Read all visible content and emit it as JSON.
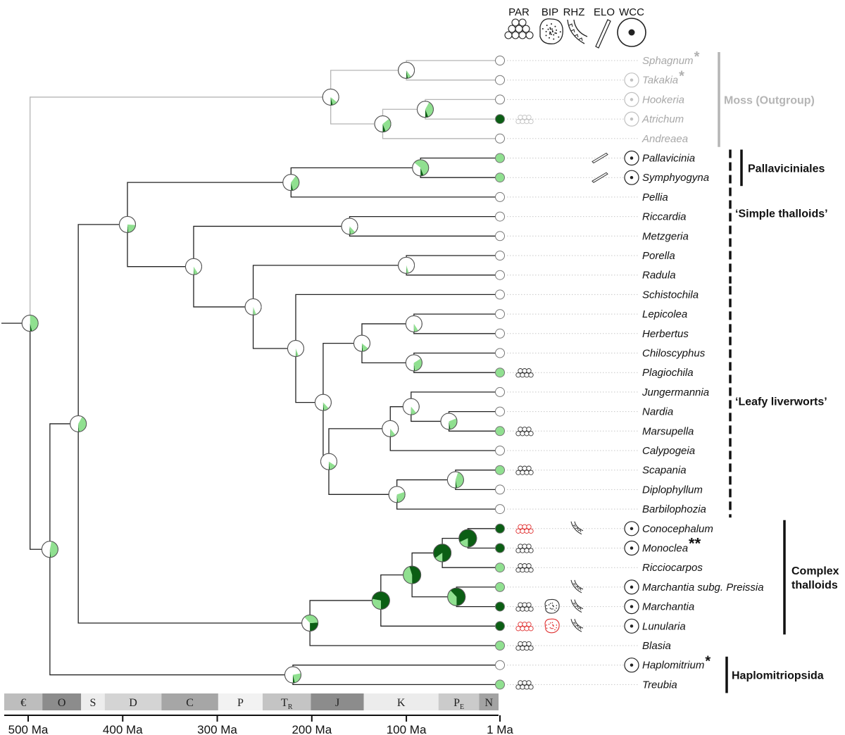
{
  "header_labels": [
    "PAR",
    "BIP",
    "RHZ",
    "ELO",
    "WCC"
  ],
  "colors": {
    "state_absent": "#ffffff",
    "state_present": "#90e090",
    "state_dark": "#0b5e14",
    "outgroup_grey": "#b5b5b5",
    "red_outline": "#e03030"
  },
  "taxa": [
    {
      "name": "Sphagnum",
      "mark": "*",
      "outgroup": true,
      "tip": "absent",
      "par": "",
      "bip": "",
      "rhz": false,
      "elo": false,
      "wcc": "none"
    },
    {
      "name": "Takakia",
      "mark": "*",
      "outgroup": true,
      "tip": "absent",
      "par": "",
      "bip": "",
      "rhz": false,
      "elo": false,
      "wcc": "grey"
    },
    {
      "name": "Hookeria",
      "mark": "",
      "outgroup": true,
      "tip": "absent",
      "par": "",
      "bip": "",
      "rhz": false,
      "elo": false,
      "wcc": "grey"
    },
    {
      "name": "Atrichum",
      "mark": "",
      "outgroup": true,
      "tip": "dark",
      "par": "grey",
      "bip": "",
      "rhz": false,
      "elo": false,
      "wcc": "grey"
    },
    {
      "name": "Andreaea",
      "mark": "",
      "outgroup": true,
      "tip": "absent",
      "par": "",
      "bip": "",
      "rhz": false,
      "elo": false,
      "wcc": "none"
    },
    {
      "name": "Pallavicinia",
      "mark": "",
      "outgroup": false,
      "tip": "present",
      "par": "",
      "bip": "",
      "rhz": false,
      "elo": true,
      "wcc": "black"
    },
    {
      "name": "Symphyogyna",
      "mark": "",
      "outgroup": false,
      "tip": "present",
      "par": "",
      "bip": "",
      "rhz": false,
      "elo": true,
      "wcc": "black"
    },
    {
      "name": "Pellia",
      "mark": "",
      "outgroup": false,
      "tip": "absent",
      "par": "",
      "bip": "",
      "rhz": false,
      "elo": false,
      "wcc": "none"
    },
    {
      "name": "Riccardia",
      "mark": "",
      "outgroup": false,
      "tip": "absent",
      "par": "",
      "bip": "",
      "rhz": false,
      "elo": false,
      "wcc": "none"
    },
    {
      "name": "Metzgeria",
      "mark": "",
      "outgroup": false,
      "tip": "absent",
      "par": "",
      "bip": "",
      "rhz": false,
      "elo": false,
      "wcc": "none"
    },
    {
      "name": "Porella",
      "mark": "",
      "outgroup": false,
      "tip": "absent",
      "par": "",
      "bip": "",
      "rhz": false,
      "elo": false,
      "wcc": "none"
    },
    {
      "name": "Radula",
      "mark": "",
      "outgroup": false,
      "tip": "absent",
      "par": "",
      "bip": "",
      "rhz": false,
      "elo": false,
      "wcc": "none"
    },
    {
      "name": "Schistochila",
      "mark": "",
      "outgroup": false,
      "tip": "absent",
      "par": "",
      "bip": "",
      "rhz": false,
      "elo": false,
      "wcc": "none"
    },
    {
      "name": "Lepicolea",
      "mark": "",
      "outgroup": false,
      "tip": "absent",
      "par": "",
      "bip": "",
      "rhz": false,
      "elo": false,
      "wcc": "none"
    },
    {
      "name": "Herbertus",
      "mark": "",
      "outgroup": false,
      "tip": "absent",
      "par": "",
      "bip": "",
      "rhz": false,
      "elo": false,
      "wcc": "none"
    },
    {
      "name": "Chiloscyphus",
      "mark": "",
      "outgroup": false,
      "tip": "absent",
      "par": "",
      "bip": "",
      "rhz": false,
      "elo": false,
      "wcc": "none"
    },
    {
      "name": "Plagiochila",
      "mark": "",
      "outgroup": false,
      "tip": "present",
      "par": "black",
      "bip": "",
      "rhz": false,
      "elo": false,
      "wcc": "none"
    },
    {
      "name": "Jungermannia",
      "mark": "",
      "outgroup": false,
      "tip": "absent",
      "par": "",
      "bip": "",
      "rhz": false,
      "elo": false,
      "wcc": "none"
    },
    {
      "name": "Nardia",
      "mark": "",
      "outgroup": false,
      "tip": "absent",
      "par": "",
      "bip": "",
      "rhz": false,
      "elo": false,
      "wcc": "none"
    },
    {
      "name": "Marsupella",
      "mark": "",
      "outgroup": false,
      "tip": "present",
      "par": "black",
      "bip": "",
      "rhz": false,
      "elo": false,
      "wcc": "none"
    },
    {
      "name": "Calypogeia",
      "mark": "",
      "outgroup": false,
      "tip": "absent",
      "par": "",
      "bip": "",
      "rhz": false,
      "elo": false,
      "wcc": "none"
    },
    {
      "name": "Scapania",
      "mark": "",
      "outgroup": false,
      "tip": "present",
      "par": "black",
      "bip": "",
      "rhz": false,
      "elo": false,
      "wcc": "none"
    },
    {
      "name": "Diplophyllum",
      "mark": "",
      "outgroup": false,
      "tip": "absent",
      "par": "",
      "bip": "",
      "rhz": false,
      "elo": false,
      "wcc": "none"
    },
    {
      "name": "Barbilophozia",
      "mark": "",
      "outgroup": false,
      "tip": "absent",
      "par": "",
      "bip": "",
      "rhz": false,
      "elo": false,
      "wcc": "none"
    },
    {
      "name": "Conocephalum",
      "mark": "",
      "outgroup": false,
      "tip": "dark",
      "par": "red",
      "bip": "",
      "rhz": true,
      "elo": false,
      "wcc": "black"
    },
    {
      "name": "Monoclea",
      "mark": "**",
      "outgroup": false,
      "tip": "dark",
      "par": "black",
      "bip": "",
      "rhz": false,
      "elo": false,
      "wcc": "black"
    },
    {
      "name": "Ricciocarpos",
      "mark": "",
      "outgroup": false,
      "tip": "present",
      "par": "black",
      "bip": "",
      "rhz": false,
      "elo": false,
      "wcc": "none"
    },
    {
      "name": "Marchantia subg. Preissia",
      "mark": "",
      "outgroup": false,
      "tip": "present",
      "par": "",
      "bip": "",
      "rhz": true,
      "elo": false,
      "wcc": "black"
    },
    {
      "name": "Marchantia",
      "mark": "",
      "outgroup": false,
      "tip": "dark",
      "par": "black",
      "bip": "black",
      "rhz": true,
      "elo": false,
      "wcc": "black"
    },
    {
      "name": "Lunularia",
      "mark": "",
      "outgroup": false,
      "tip": "dark",
      "par": "red",
      "bip": "red",
      "rhz": true,
      "elo": false,
      "wcc": "black"
    },
    {
      "name": "Blasia",
      "mark": "",
      "outgroup": false,
      "tip": "present",
      "par": "black",
      "bip": "",
      "rhz": false,
      "elo": false,
      "wcc": "none"
    },
    {
      "name": "Haplomitrium",
      "mark": "*",
      "outgroup": false,
      "tip": "absent",
      "par": "",
      "bip": "",
      "rhz": false,
      "elo": false,
      "wcc": "black"
    },
    {
      "name": "Treubia",
      "mark": "",
      "outgroup": false,
      "tip": "present",
      "par": "black",
      "bip": "",
      "rhz": false,
      "elo": false,
      "wcc": "none"
    }
  ],
  "nodes": [
    {
      "id": "root",
      "age_ma": 498,
      "children": [
        "n_moss",
        "n_liv"
      ],
      "pie": {
        "dark": 0.04,
        "present": 0.46
      }
    },
    {
      "id": "n_moss",
      "age_ma": 180,
      "children": [
        "n_sphtak",
        "n_hook"
      ],
      "pie": {
        "dark": 0.04,
        "present": 0.1
      }
    },
    {
      "id": "n_sphtak",
      "age_ma": 100,
      "children": [
        "Sphagnum",
        "Takakia"
      ],
      "pie": {
        "dark": 0.03,
        "present": 0.07
      }
    },
    {
      "id": "n_hook",
      "age_ma": 125,
      "children": [
        "n_hookatr",
        "Andreaea"
      ],
      "pie": {
        "dark": 0.06,
        "present": 0.3
      }
    },
    {
      "id": "n_hookatr",
      "age_ma": 80,
      "children": [
        "Hookeria",
        "Atrichum"
      ],
      "pie": {
        "dark": 0.06,
        "present": 0.36
      }
    },
    {
      "id": "n_liv",
      "age_ma": 477,
      "children": [
        "n_haplo",
        "n_main"
      ],
      "pie": {
        "dark": 0.02,
        "present": 0.45
      }
    },
    {
      "id": "n_haplo",
      "age_ma": 220,
      "children": [
        "Haplomitrium",
        "Treubia"
      ],
      "pie": {
        "dark": 0.04,
        "present": 0.24
      }
    },
    {
      "id": "n_main",
      "age_ma": 447,
      "children": [
        "n_jung",
        "n_march"
      ],
      "pie": {
        "dark": 0.02,
        "present": 0.4
      }
    },
    {
      "id": "n_march",
      "age_ma": 202,
      "children": [
        "n_march2",
        "Blasia"
      ],
      "pie": {
        "dark": 0.26,
        "present": 0.36
      }
    },
    {
      "id": "n_march2",
      "age_ma": 127,
      "children": [
        "n_march3",
        "Lunularia"
      ],
      "pie": {
        "dark": 0.72,
        "present": 0.28
      }
    },
    {
      "id": "n_march3",
      "age_ma": 94,
      "children": [
        "n_march4",
        "n_march5"
      ],
      "pie": {
        "dark": 0.55,
        "present": 0.45
      }
    },
    {
      "id": "n_march4",
      "age_ma": 62,
      "children": [
        "n_march6",
        "Ricciocarpos"
      ],
      "pie": {
        "dark": 0.85,
        "present": 0.15
      }
    },
    {
      "id": "n_march6",
      "age_ma": 35,
      "children": [
        "Conocephalum",
        "Monoclea"
      ],
      "pie": {
        "dark": 0.82,
        "present": 0.18
      }
    },
    {
      "id": "n_march5",
      "age_ma": 47,
      "children": [
        "Marchantia subg. Preissia",
        "Marchantia"
      ],
      "pie": {
        "dark": 0.62,
        "present": 0.38
      }
    },
    {
      "id": "n_jung",
      "age_ma": 395,
      "children": [
        "n_pellia",
        "n_porel"
      ],
      "pie": {
        "dark": 0.02,
        "present": 0.22
      }
    },
    {
      "id": "n_pellia",
      "age_ma": 222,
      "children": [
        "n_pall",
        "Pellia"
      ],
      "pie": {
        "dark": 0.04,
        "present": 0.36
      }
    },
    {
      "id": "n_pall",
      "age_ma": 85,
      "children": [
        "Pallavicinia",
        "Symphyogyna"
      ],
      "pie": {
        "dark": 0.06,
        "present": 0.58
      }
    },
    {
      "id": "n_porel",
      "age_ma": 325,
      "children": [
        "n_metz",
        "n_rest"
      ],
      "pie": {
        "dark": 0.01,
        "present": 0.08
      }
    },
    {
      "id": "n_metz",
      "age_ma": 160,
      "children": [
        "Riccardia",
        "Metzgeria"
      ],
      "pie": {
        "dark": 0.02,
        "present": 0.1
      }
    },
    {
      "id": "n_rest",
      "age_ma": 262,
      "children": [
        "n_porrad",
        "n_leafy"
      ],
      "pie": {
        "dark": 0.01,
        "present": 0.05
      }
    },
    {
      "id": "n_porrad",
      "age_ma": 100,
      "children": [
        "Porella",
        "Radula"
      ],
      "pie": {
        "dark": 0.01,
        "present": 0.04
      }
    },
    {
      "id": "n_leafy",
      "age_ma": 217,
      "children": [
        "Schistochila",
        "n_leafy2"
      ],
      "pie": {
        "dark": 0.01,
        "present": 0.05
      }
    },
    {
      "id": "n_leafy2",
      "age_ma": 188,
      "children": [
        "n_lep",
        "n_jun"
      ],
      "pie": {
        "dark": 0.02,
        "present": 0.1
      }
    },
    {
      "id": "n_lep",
      "age_ma": 147,
      "children": [
        "n_lephe",
        "n_chipl"
      ],
      "pie": {
        "dark": 0.02,
        "present": 0.12
      }
    },
    {
      "id": "n_lephe",
      "age_ma": 92,
      "children": [
        "Lepicolea",
        "Herbertus"
      ],
      "pie": {
        "dark": 0.01,
        "present": 0.08
      }
    },
    {
      "id": "n_chipl",
      "age_ma": 92,
      "children": [
        "Chiloscyphus",
        "Plagiochila"
      ],
      "pie": {
        "dark": 0.02,
        "present": 0.32
      }
    },
    {
      "id": "n_jun",
      "age_ma": 182,
      "children": [
        "n_jun2",
        "n_scap"
      ],
      "pie": {
        "dark": 0.02,
        "present": 0.14
      }
    },
    {
      "id": "n_jun2",
      "age_ma": 117,
      "children": [
        "n_jun3",
        "Calypogeia"
      ],
      "pie": {
        "dark": 0.01,
        "present": 0.1
      }
    },
    {
      "id": "n_jun3",
      "age_ma": 95,
      "children": [
        "Jungermannia",
        "n_narmar"
      ],
      "pie": {
        "dark": 0.01,
        "present": 0.1
      }
    },
    {
      "id": "n_narmar",
      "age_ma": 55,
      "children": [
        "Nardia",
        "Marsupella"
      ],
      "pie": {
        "dark": 0.03,
        "present": 0.28
      }
    },
    {
      "id": "n_scap",
      "age_ma": 110,
      "children": [
        "n_scadip",
        "Barbilophozia"
      ],
      "pie": {
        "dark": 0.02,
        "present": 0.28
      }
    },
    {
      "id": "n_scadip",
      "age_ma": 48,
      "children": [
        "Scapania",
        "Diplophyllum"
      ],
      "pie": {
        "dark": 0.03,
        "present": 0.42
      }
    }
  ],
  "clades": [
    {
      "label": "Moss (Outgroup)",
      "lines": [
        "Moss (Outgroup)"
      ],
      "from": "Sphagnum",
      "to": "Andreaea",
      "style": "grey"
    },
    {
      "label": "Pallaviciniales",
      "lines": [
        "Pallaviciniales"
      ],
      "from": "Pallavicinia",
      "to": "Symphyogyna",
      "style": "solid"
    },
    {
      "label": "‘Simple thalloids’",
      "lines": [
        "‘Simple thalloids’"
      ],
      "from": "Pallavicinia",
      "to": "Radula",
      "style": "dashed"
    },
    {
      "label": "‘Leafy liverworts’",
      "lines": [
        "‘Leafy liverworts’"
      ],
      "from": "Schistochila",
      "to": "Barbilophozia",
      "style": "dashed"
    },
    {
      "label": "Complex thalloids",
      "lines": [
        "Complex",
        "thalloids"
      ],
      "from": "Conocephalum",
      "to": "Lunularia",
      "style": "solid"
    },
    {
      "label": "Haplomitriopsida",
      "lines": [
        "Haplomitriopsida"
      ],
      "from": "Haplomitrium",
      "to": "Treubia",
      "style": "solid"
    }
  ],
  "timescale": {
    "periods": [
      {
        "label": "€",
        "sub": "",
        "start": 500,
        "end": 485,
        "shade": "#bdbdbd"
      },
      {
        "label": "O",
        "sub": "",
        "start": 485,
        "end": 444,
        "shade": "#8c8c8c"
      },
      {
        "label": "S",
        "sub": "",
        "start": 444,
        "end": 419,
        "shade": "#ededed"
      },
      {
        "label": "D",
        "sub": "",
        "start": 419,
        "end": 359,
        "shade": "#d4d4d4"
      },
      {
        "label": "C",
        "sub": "",
        "start": 359,
        "end": 299,
        "shade": "#a6a6a6"
      },
      {
        "label": "P",
        "sub": "",
        "start": 299,
        "end": 252,
        "shade": "#f2f2f2"
      },
      {
        "label": "T",
        "sub": "R",
        "start": 252,
        "end": 201,
        "shade": "#c4c4c4"
      },
      {
        "label": "J",
        "sub": "",
        "start": 201,
        "end": 145,
        "shade": "#8c8c8c"
      },
      {
        "label": "K",
        "sub": "",
        "start": 145,
        "end": 66,
        "shade": "#ececec"
      },
      {
        "label": "P",
        "sub": "E",
        "start": 66,
        "end": 23,
        "shade": "#cbcbcb"
      },
      {
        "label": "N",
        "sub": "",
        "start": 23,
        "end": 1,
        "shade": "#a3a3a3"
      }
    ],
    "ticks": [
      {
        "value": 500,
        "label": "500 Ma"
      },
      {
        "value": 400,
        "label": "400 Ma"
      },
      {
        "value": 300,
        "label": "300 Ma"
      },
      {
        "value": 200,
        "label": "200 Ma"
      },
      {
        "value": 100,
        "label": "100 Ma"
      },
      {
        "value": 1,
        "label": "1 Ma"
      }
    ]
  }
}
